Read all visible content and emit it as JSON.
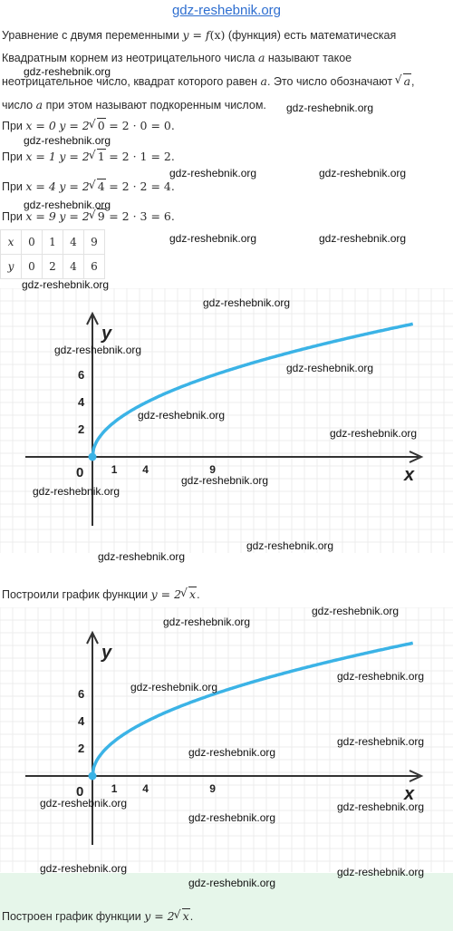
{
  "site": "gdz-reshebnik.org",
  "intro": {
    "l1_a": "Уравнение с двумя переменными",
    "l1_math_a": "y = f",
    "l1_math_b": "(x)",
    "l1_b": "(функция) есть математическая",
    "l2_a": "Квадратным корнем из неотрицательного числа",
    "l2_math": "a",
    "l2_b": "называют такое",
    "l3_a": "неотрицательное число, квадрат которого равен",
    "l3_math": "a",
    "l3_b": ". Это число обозначают",
    "l3_sqrt": "a",
    "l3_c": ",",
    "l4_a": "число",
    "l4_math": "a",
    "l4_b": "при этом называют подкоренным числом."
  },
  "calcs": [
    {
      "prefix": "При",
      "x": "x = 0",
      "y": "y = 2",
      "rad": "0",
      "rest": "= 2 · 0 = 0."
    },
    {
      "prefix": "При",
      "x": "x = 1",
      "y": "y = 2",
      "rad": "1",
      "rest": "= 2 · 1 = 2."
    },
    {
      "prefix": "При",
      "x": "x = 4",
      "y": "y = 2",
      "rad": "4",
      "rest": "= 2 · 2 = 4."
    },
    {
      "prefix": "При",
      "x": "x = 9",
      "y": "y = 2",
      "rad": "9",
      "rest": "= 2 · 3 = 6."
    }
  ],
  "table": {
    "rows": [
      {
        "head": "x",
        "cells": [
          "0",
          "1",
          "4",
          "9"
        ]
      },
      {
        "head": "y",
        "cells": [
          "0",
          "2",
          "4",
          "6"
        ]
      }
    ]
  },
  "graph": {
    "x_label": "x",
    "y_label": "y",
    "origin": "0",
    "x_ticks": [
      "1",
      "4",
      "9"
    ],
    "y_ticks": [
      "2",
      "4",
      "6"
    ],
    "curve_color": "#3bb3e6"
  },
  "caption1": {
    "text": "Построили график функции",
    "math": "y = 2",
    "rad": "x",
    "end": "."
  },
  "caption2": {
    "text": "Построен график функции",
    "math": "y = 2",
    "rad": "x",
    "end": "."
  },
  "watermark": "gdz-reshebnik.org",
  "chart_data": {
    "type": "line",
    "x": [
      0,
      1,
      4,
      9
    ],
    "y": [
      0,
      2,
      4,
      6
    ],
    "xlabel": "x",
    "ylabel": "y",
    "series": [
      {
        "values": [
          0,
          2,
          4,
          6
        ]
      }
    ]
  }
}
